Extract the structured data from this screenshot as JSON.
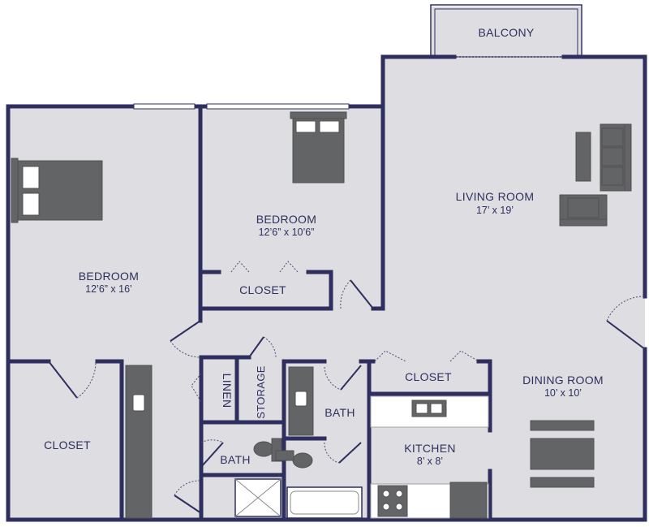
{
  "rooms": {
    "balcony": {
      "name": "BALCONY"
    },
    "living_room": {
      "name": "LIVING ROOM",
      "dims": "17’ x 19’"
    },
    "bedroom_main": {
      "name": "BEDROOM",
      "dims": "12’6” x 16’"
    },
    "bedroom_second": {
      "name": "BEDROOM",
      "dims": "12’6” x 10’6”"
    },
    "closet_bedroom_second": {
      "name": "CLOSET"
    },
    "closet_bedroom_main": {
      "name": "CLOSET"
    },
    "linen": {
      "name": "LINEN"
    },
    "storage": {
      "name": "STORAGE"
    },
    "bath_hall": {
      "name": "BATH"
    },
    "bath_master": {
      "name": "BATH"
    },
    "closet_kitchen": {
      "name": "CLOSET"
    },
    "kitchen": {
      "name": "KITCHEN",
      "dims": "8’ x 8’"
    },
    "dining_room": {
      "name": "DINING ROOM",
      "dims": "10’ x 10’"
    }
  },
  "colors": {
    "wall": "#2e2f5e",
    "floor": "#dedee2",
    "furniture": "#636466"
  }
}
